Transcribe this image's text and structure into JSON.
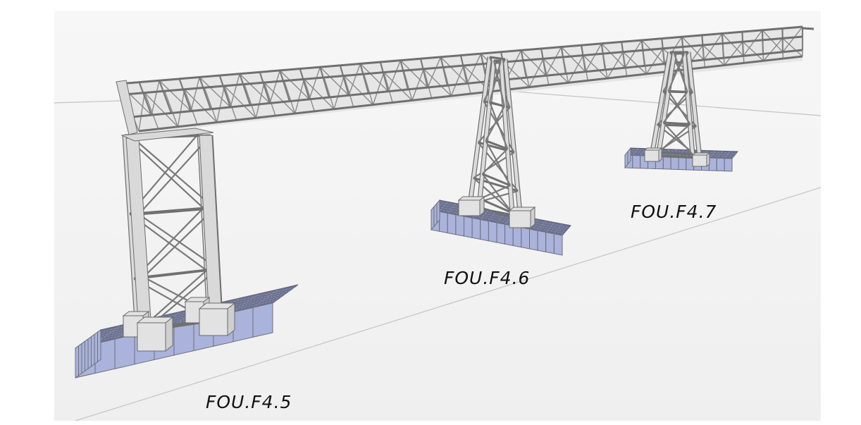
{
  "scene": {
    "description": "3D structural model of a truss conveyor bridge supported by three towers on foundation pads",
    "colors": {
      "background": "#f3f3f3",
      "steel": "#d9d9d9",
      "foundation_side": "#a9b3dc",
      "foundation_top": "#6c7290",
      "pedestal": "#e2e2e2"
    }
  },
  "foundations": [
    {
      "id": "f45",
      "label": "FOU.F4.5"
    },
    {
      "id": "f46",
      "label": "FOU.F4.6"
    },
    {
      "id": "f47",
      "label": "FOU.F4.7"
    }
  ]
}
